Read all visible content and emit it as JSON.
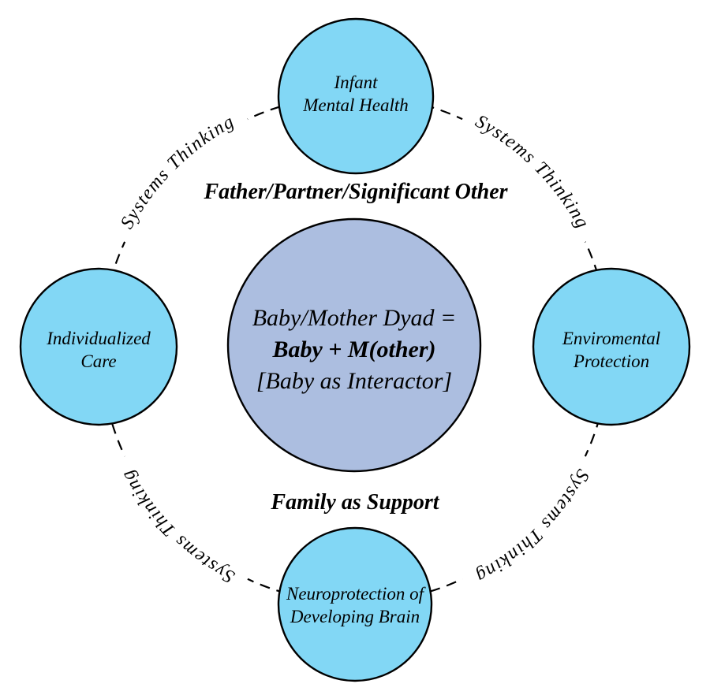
{
  "diagram": {
    "colors": {
      "background": "#ffffff",
      "satellite_fill": "#82d7f5",
      "center_fill": "#acbee0",
      "outline": "#000000",
      "text": "#000000"
    },
    "ring_labels": [
      "Systems Thinking",
      "Systems Thinking",
      "Systems Thinking",
      "Systems Thinking"
    ],
    "center_circle": {
      "line1": "Baby/Mother Dyad =",
      "line2": "Baby + M(other)",
      "line3": "[Baby as Interactor]"
    },
    "context_labels": {
      "above_center": "Father/Partner/Significant Other",
      "below_center": "Family as Support"
    },
    "satellites": {
      "top": {
        "line1": "Infant",
        "line2": "Mental Health"
      },
      "right": {
        "line1": "Enviromental",
        "line2": "Protection"
      },
      "bottom": {
        "line1": "Neuroprotection of",
        "line2": "Developing Brain"
      },
      "left": {
        "line1": "Individualized",
        "line2": "Care"
      }
    }
  }
}
